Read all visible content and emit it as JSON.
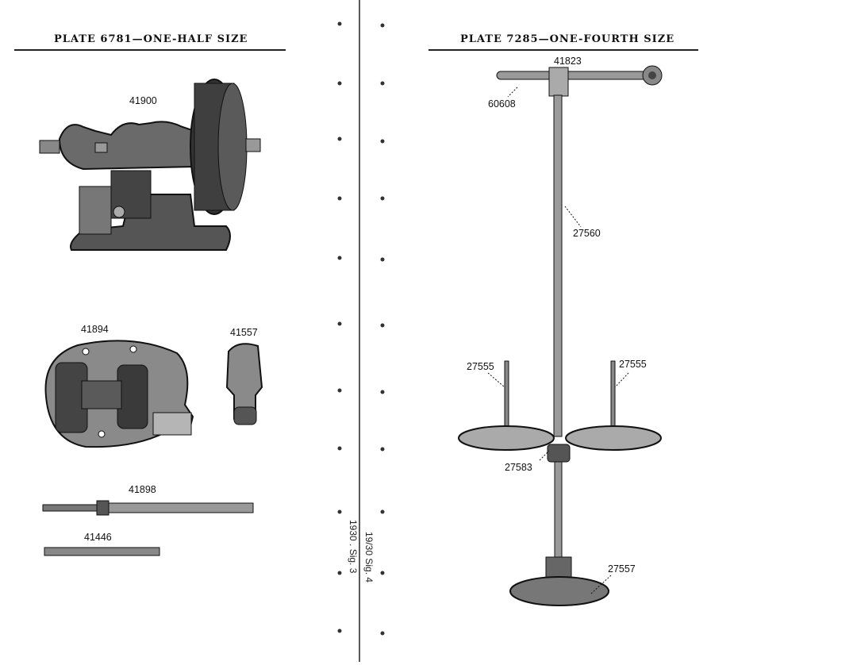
{
  "left_plate": {
    "title": "PLATE 6781—ONE-HALF SIZE",
    "parts": {
      "p41900": "41900",
      "p41894": "41894",
      "p41557": "41557",
      "p41898": "41898",
      "p41446": "41446"
    }
  },
  "right_plate": {
    "title": "PLATE 7285—ONE-FOURTH SIZE",
    "parts": {
      "p41823": "41823",
      "p60608": "60608",
      "p27560": "27560",
      "p27555_left": "27555",
      "p27555_right": "27555",
      "p27583": "27583",
      "p27557": "27557"
    }
  },
  "margin_notes": {
    "note1": "1930 . Sig. 3",
    "note2": "19/30 Sig. 4"
  }
}
